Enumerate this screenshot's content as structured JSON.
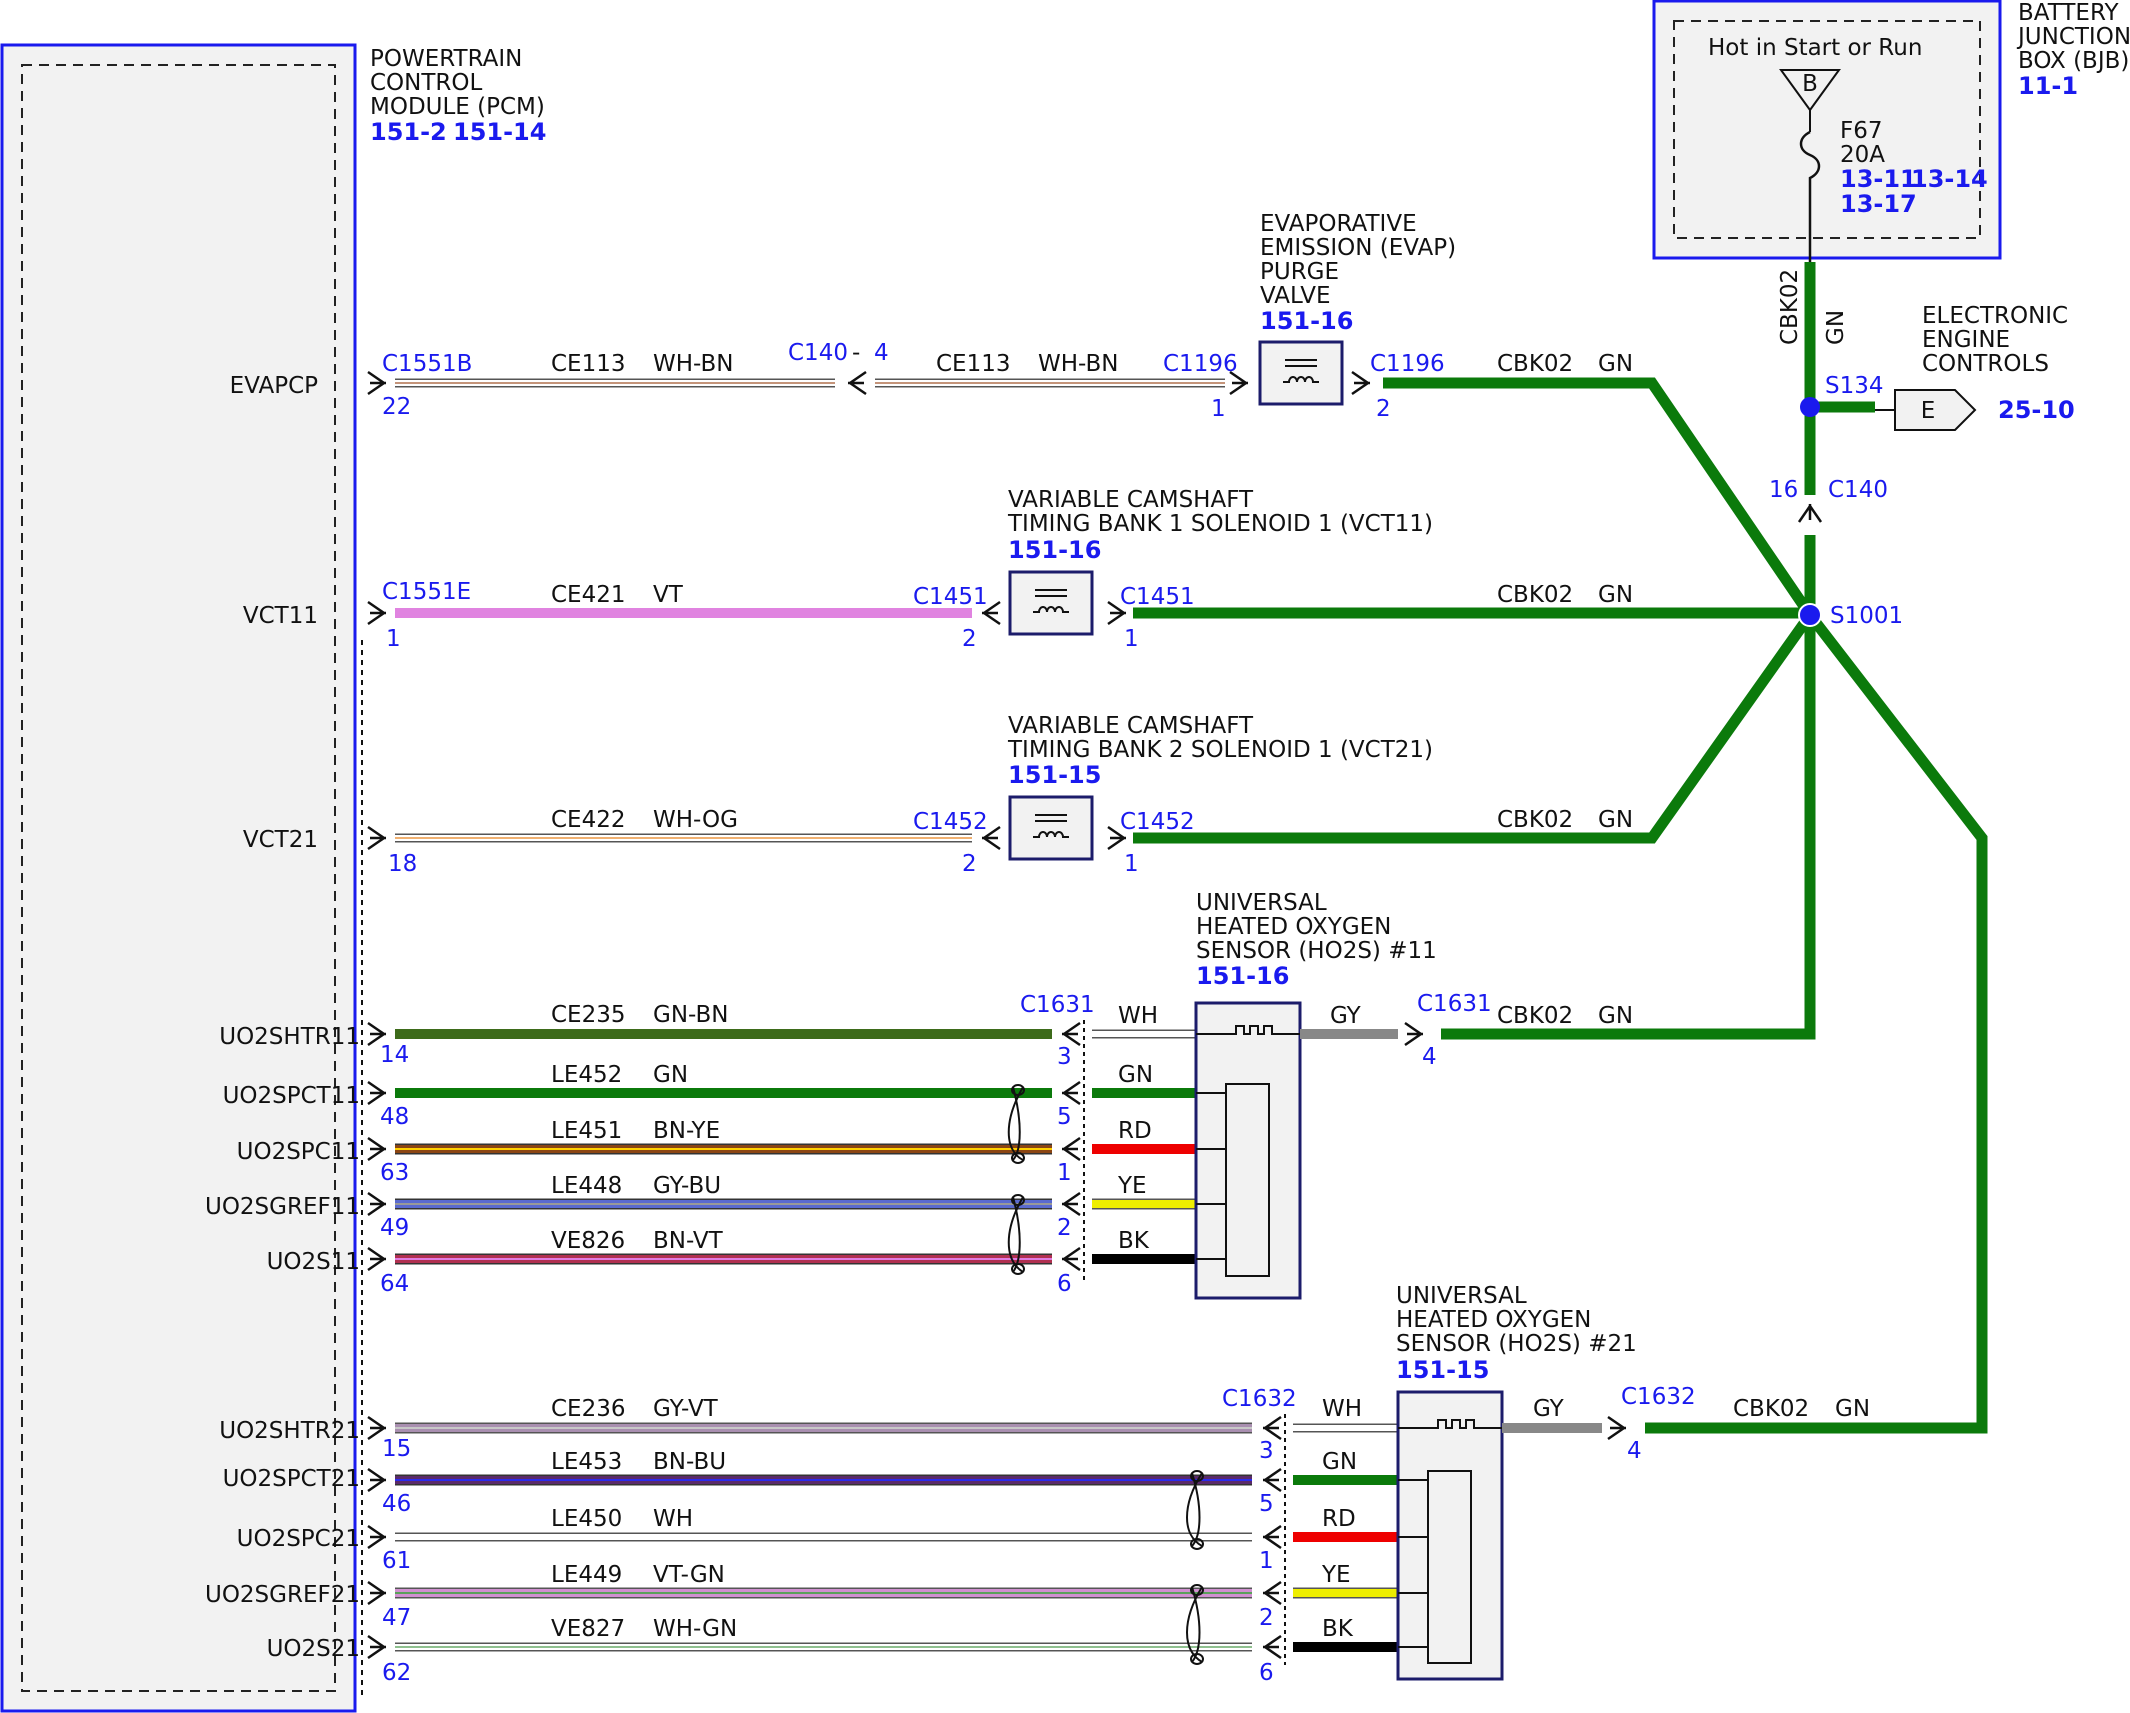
{
  "pcm": {
    "title": [
      "POWERTRAIN",
      "CONTROL",
      "MODULE (PCM)"
    ],
    "refs": [
      "151-2",
      "151-14"
    ],
    "pins": [
      "EVAPCP",
      "VCT11",
      "VCT21",
      "UO2SHTR11",
      "UO2SPCT11",
      "UO2SPC11",
      "UO2SGREF11",
      "UO2S11",
      "UO2SHTR21",
      "UO2SPCT21",
      "UO2SPC21",
      "UO2SGREF21",
      "UO2S21"
    ]
  },
  "bjb": {
    "title": [
      "BATTERY",
      "JUNCTION",
      "BOX (BJB)"
    ],
    "ref": "11-1",
    "hot": "Hot in Start or Run",
    "bus": "B",
    "fuse": "F67",
    "amps": "20A",
    "fuse_refs": [
      "13-11",
      "13-14",
      "13-17"
    ]
  },
  "eec": {
    "title": [
      "ELECTRONIC",
      "ENGINE",
      "CONTROLS"
    ],
    "ref": "25-10",
    "letter": "E",
    "splice": "S134"
  },
  "main": {
    "splice": "S1001",
    "circuit": "CBK02",
    "color": "GN",
    "connector": "C140",
    "pin": "16"
  },
  "components": {
    "evap": {
      "title": [
        "EVAPORATIVE",
        "EMISSION (EVAP)",
        "PURGE",
        "VALVE"
      ],
      "ref": "151-16"
    },
    "vct11": {
      "title": [
        "VARIABLE CAMSHAFT",
        "TIMING BANK 1 SOLENOID 1 (VCT11)"
      ],
      "ref": "151-16"
    },
    "vct21": {
      "title": [
        "VARIABLE CAMSHAFT",
        "TIMING BANK 2 SOLENOID 1 (VCT21)"
      ],
      "ref": "151-15"
    },
    "ho2s11": {
      "title": [
        "UNIVERSAL",
        "HEATED OXYGEN",
        "SENSOR (HO2S) #11"
      ],
      "ref": "151-16"
    },
    "ho2s21": {
      "title": [
        "UNIVERSAL",
        "HEATED OXYGEN",
        "SENSOR (HO2S) #21"
      ],
      "ref": "151-15"
    }
  },
  "wires": [
    {
      "pcm_conn": "C1551B",
      "pcm_pin": "22",
      "circuit": "CE113",
      "color": "WH-BN",
      "inline_conn": "C140",
      "inline_pin": "4",
      "dev_conn": "C1196",
      "dev_pin": "1",
      "out_conn": "C1196",
      "out_pin": "2",
      "out_circuit": "CBK02",
      "out_color": "GN"
    },
    {
      "pcm_conn": "C1551E",
      "pcm_pin": "1",
      "circuit": "CE421",
      "color": "VT",
      "dev_conn": "C1451",
      "dev_pin": "2",
      "out_conn": "C1451",
      "out_pin": "1",
      "out_circuit": "CBK02",
      "out_color": "GN"
    },
    {
      "pcm_pin": "18",
      "circuit": "CE422",
      "color": "WH-OG",
      "dev_conn": "C1452",
      "dev_pin": "2",
      "out_conn": "C1452",
      "out_pin": "1",
      "out_circuit": "CBK02",
      "out_color": "GN"
    },
    {
      "pcm_pin": "14",
      "circuit": "CE235",
      "color": "GN-BN",
      "dev_conn": "C1631",
      "dev_pin": "3",
      "sensor_color": "WH"
    },
    {
      "pcm_pin": "48",
      "circuit": "LE452",
      "color": "GN",
      "dev_pin": "5",
      "sensor_color": "GN"
    },
    {
      "pcm_pin": "63",
      "circuit": "LE451",
      "color": "BN-YE",
      "dev_pin": "1",
      "sensor_color": "RD"
    },
    {
      "pcm_pin": "49",
      "circuit": "LE448",
      "color": "GY-BU",
      "dev_pin": "2",
      "sensor_color": "YE"
    },
    {
      "pcm_pin": "64",
      "circuit": "VE826",
      "color": "BN-VT",
      "dev_pin": "6",
      "sensor_color": "BK"
    },
    {
      "pcm_pin": "15",
      "circuit": "CE236",
      "color": "GY-VT",
      "dev_conn": "C1632",
      "dev_pin": "3",
      "sensor_color": "WH"
    },
    {
      "pcm_pin": "46",
      "circuit": "LE453",
      "color": "BN-BU",
      "dev_pin": "5",
      "sensor_color": "GN"
    },
    {
      "pcm_pin": "61",
      "circuit": "LE450",
      "color": "WH",
      "dev_pin": "1",
      "sensor_color": "RD"
    },
    {
      "pcm_pin": "47",
      "circuit": "LE449",
      "color": "VT-GN",
      "dev_pin": "2",
      "sensor_color": "YE"
    },
    {
      "pcm_pin": "62",
      "circuit": "VE827",
      "color": "WH-GN",
      "dev_pin": "6",
      "sensor_color": "BK"
    }
  ],
  "heater_out": [
    {
      "color": "GY",
      "conn": "C1631",
      "pin": "4",
      "circuit": "CBK02",
      "wire_color": "GN"
    },
    {
      "color": "GY",
      "conn": "C1632",
      "pin": "4",
      "circuit": "CBK02",
      "wire_color": "GN"
    }
  ],
  "colors": {
    "gn": "#0b7a0b",
    "blue": "#1a1aee",
    "vt": "#e083e0",
    "wh_bn": "#c4947a",
    "wh_og": "#f0b070",
    "gn_bn": "#3d6b1a",
    "bn_ye": "#8b4513",
    "gy_bu": "#5a6ad0",
    "bn_vt": "#b03050",
    "gy_vt": "#a98fb0",
    "bn_bu": "#5a2a6a",
    "vt_gn": "#d090d0",
    "wh_gn": "#8fc08f",
    "rd": "#ee0000",
    "ye": "#eeee00",
    "bk": "#000000",
    "gy": "#888888"
  }
}
